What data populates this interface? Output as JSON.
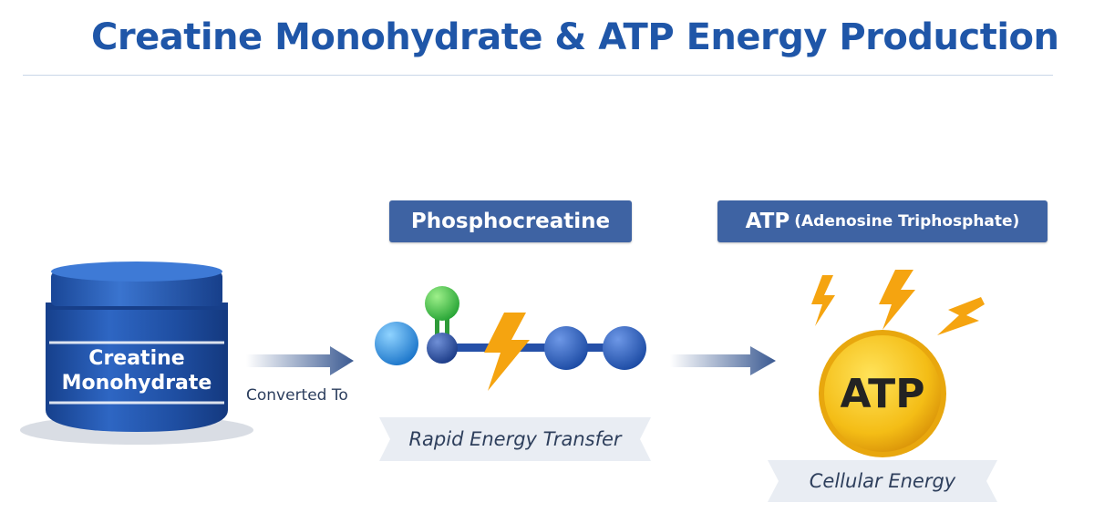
{
  "title": "Creatine Monohydrate & ATP Energy Production",
  "jar": {
    "line1": "Creatine",
    "line2": "Monohydrate"
  },
  "arrow1_label": "Converted To",
  "phosphocreatine": {
    "label": "Phosphocreatine",
    "caption": "Rapid Energy Transfer"
  },
  "atp": {
    "label": "ATP",
    "label_paren": "(Adenosine Triphosphate)",
    "coin_text": "ATP",
    "caption": "Cellular Energy"
  },
  "colors": {
    "title_blue": "#1f56a8",
    "label_box": "#3e63a3",
    "jar_blue": "#1f4fa3",
    "bolt_orange": "#f5a410",
    "coin_gold": "#f4bd16",
    "atom_green": "#3fbf3f"
  }
}
